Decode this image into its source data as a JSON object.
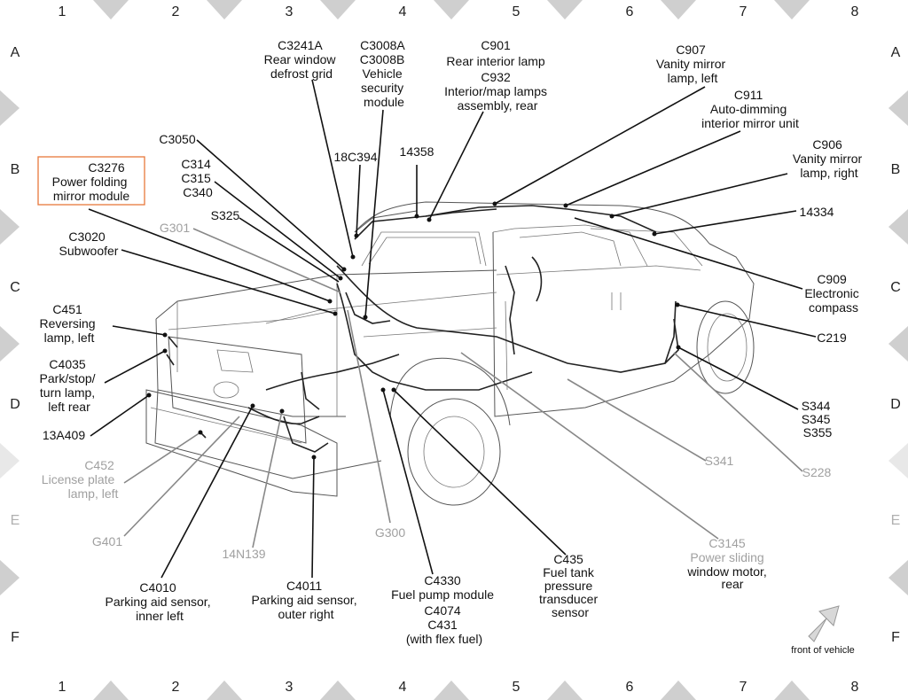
{
  "grid": {
    "columns": [
      "1",
      "2",
      "3",
      "4",
      "5",
      "6",
      "7",
      "8"
    ],
    "rows": [
      "A",
      "B",
      "C",
      "D",
      "E",
      "F"
    ]
  },
  "labels": [
    {
      "id": "c3241a",
      "lines": [
        "C3241A",
        "Rear window",
        "defrost grid"
      ]
    },
    {
      "id": "c3008",
      "lines": [
        "C3008A",
        "C3008B",
        "Vehicle",
        "security",
        "module"
      ]
    },
    {
      "id": "c901",
      "lines": [
        "C901",
        "Rear interior lamp",
        "C932",
        "Interior/map lamps",
        "assembly, rear"
      ]
    },
    {
      "id": "c907",
      "lines": [
        "C907",
        "Vanity mirror",
        "lamp, left"
      ]
    },
    {
      "id": "c911",
      "lines": [
        "C911",
        "Auto-dimming",
        "interior mirror unit"
      ]
    },
    {
      "id": "c906",
      "lines": [
        "C906",
        "Vanity mirror",
        "lamp, right"
      ]
    },
    {
      "id": "c3050",
      "lines": [
        "C3050"
      ]
    },
    {
      "id": "c314",
      "lines": [
        "C314",
        "C315",
        "C340"
      ]
    },
    {
      "id": "c18c394",
      "lines": [
        "18C394"
      ]
    },
    {
      "id": "c14358",
      "lines": [
        "14358"
      ]
    },
    {
      "id": "c14334",
      "lines": [
        "14334"
      ]
    },
    {
      "id": "c3276",
      "lines": [
        "C3276",
        "Power folding",
        "mirror module"
      ]
    },
    {
      "id": "s325",
      "lines": [
        "S325"
      ]
    },
    {
      "id": "g301",
      "lines": [
        "G301"
      ]
    },
    {
      "id": "c3020",
      "lines": [
        "C3020",
        "Subwoofer"
      ]
    },
    {
      "id": "c909",
      "lines": [
        "C909",
        "Electronic",
        "compass"
      ]
    },
    {
      "id": "c451",
      "lines": [
        "C451",
        "Reversing",
        "lamp, left"
      ]
    },
    {
      "id": "c219",
      "lines": [
        "C219"
      ]
    },
    {
      "id": "c4035",
      "lines": [
        "C4035",
        "Park/stop/",
        "turn lamp,",
        "left rear"
      ]
    },
    {
      "id": "s344",
      "lines": [
        "S344",
        "S345",
        "S355"
      ]
    },
    {
      "id": "c13a409",
      "lines": [
        "13A409"
      ]
    },
    {
      "id": "s341",
      "lines": [
        "S341"
      ]
    },
    {
      "id": "c452",
      "lines": [
        "C452",
        "License plate",
        "lamp, left"
      ]
    },
    {
      "id": "s228",
      "lines": [
        "S228"
      ]
    },
    {
      "id": "g401",
      "lines": [
        "G401"
      ]
    },
    {
      "id": "g300",
      "lines": [
        "G300"
      ]
    },
    {
      "id": "c3145",
      "lines": [
        "C3145",
        "Power sliding",
        "window motor,",
        "rear"
      ]
    },
    {
      "id": "c14n139",
      "lines": [
        "14N139"
      ]
    },
    {
      "id": "c435",
      "lines": [
        "C435",
        "Fuel tank",
        "pressure",
        "transducer",
        "sensor"
      ]
    },
    {
      "id": "c4330",
      "lines": [
        "C4330",
        "Fuel pump module",
        "C4074",
        "C431",
        "(with flex fuel)"
      ]
    },
    {
      "id": "c4010",
      "lines": [
        "C4010",
        "Parking aid sensor,",
        "inner left"
      ]
    },
    {
      "id": "c4011",
      "lines": [
        "C4011",
        "Parking aid sensor,",
        "outer right"
      ]
    }
  ],
  "front_of_vehicle": "front of vehicle",
  "colors": {
    "highlight_box": "#e8783c",
    "gray_text": "#a0a0a0"
  }
}
